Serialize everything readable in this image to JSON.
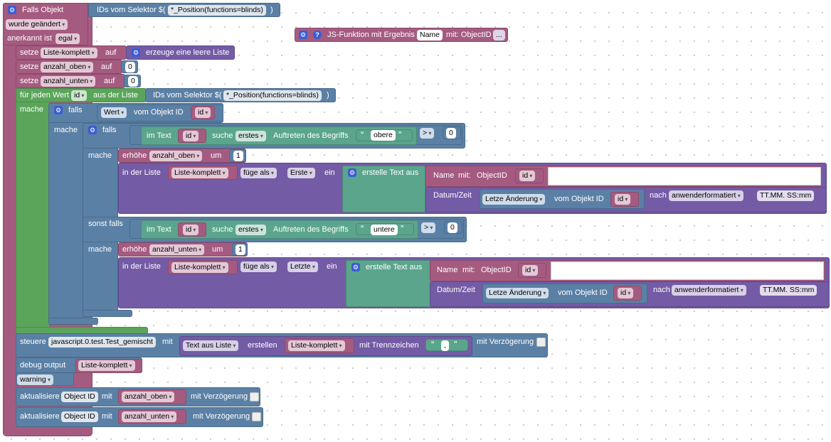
{
  "trigger": {
    "label": "Falls Objekt",
    "selector_label": "IDs vom Selektor $(",
    "selector_value": "*_Position(functions=blinds)",
    "selector_close": ")",
    "changed_label": "wurde geändert",
    "ack_label": "anerkannt ist",
    "ack_value": "egal"
  },
  "jsfunc": {
    "label": "JS-Funktion mit Ergebnis",
    "name_value": "Name",
    "param_label": "mit: ObjectID",
    "more": "..."
  },
  "set1": {
    "label": "setze",
    "var": "Liste-komplett",
    "to": "auf",
    "value_label": "erzeuge eine leere Liste"
  },
  "set2": {
    "label": "setze",
    "var": "anzahl_oben",
    "to": "auf",
    "value": "0"
  },
  "set3": {
    "label": "setze",
    "var": "anzahl_unten",
    "to": "auf",
    "value": "0"
  },
  "foreach": {
    "label": "für jeden Wert",
    "var": "id",
    "from": "aus der Liste",
    "selector_label": "IDs vom Selektor $(",
    "selector_value": "*_Position(functions=blinds)",
    "selector_close": ")",
    "do": "mache"
  },
  "if1": {
    "label": "falls",
    "prop": "Wert",
    "of_label": "vom Objekt ID",
    "id": "id",
    "do": "mache"
  },
  "if2": {
    "label": "falls",
    "in_text": "im Text",
    "id": "id",
    "search": "suche",
    "occ": "erstes",
    "occ_label": "Auftreten des Begriffs",
    "term": "obere",
    "op": ">",
    "cmp": "0",
    "do": "mache",
    "else_if": "sonst falls",
    "term2": "untere"
  },
  "inc1": {
    "label": "erhöhe",
    "var": "anzahl_oben",
    "by": "um",
    "value": "1"
  },
  "inc2": {
    "label": "erhöhe",
    "var": "anzahl_unten",
    "by": "um",
    "value": "1"
  },
  "insert1": {
    "in_list": "in der Liste",
    "list": "Liste-komplett",
    "insert_as": "füge als",
    "pos": "Erste",
    "ein": "ein",
    "create_text": "erstelle Text aus",
    "name_label": "Name",
    "mit": "mit:",
    "objid": "ObjectID",
    "id": "id",
    "datetime": "Datum/Zeit",
    "last_change": "Letze Änderung",
    "of_obj": "vom Objekt ID",
    "after": "nach",
    "format": "anwenderformatiert",
    "format_value": "TT.MM. SS:mm"
  },
  "insert2": {
    "in_list": "in der Liste",
    "list": "Liste-komplett",
    "insert_as": "füge als",
    "pos": "Letzte",
    "ein": "ein",
    "create_text": "erstelle Text aus",
    "name_label": "Name",
    "mit": "mit:",
    "objid": "ObjectID",
    "id": "id",
    "datetime": "Datum/Zeit",
    "last_change": "Letze Änderung",
    "of_obj": "vom Objekt ID",
    "after": "nach",
    "format": "anwenderformatiert",
    "format_value": "TT.MM. SS:mm"
  },
  "control": {
    "label": "steuere",
    "target": "javascript.0.test.Test_gemischt",
    "with": "mit",
    "text_from": "Text aus Liste",
    "create": "erstellen",
    "list": "Liste-komplett",
    "sep_label": "mit Trennzeichen",
    "sep": ",",
    "delay": "mit Verzögerung"
  },
  "debug": {
    "label": "debug output",
    "var": "Liste-komplett",
    "level": "warning"
  },
  "update1": {
    "label": "aktualisiere",
    "target": "Object ID",
    "with": "mit",
    "var": "anzahl_oben",
    "delay": "mit Verzögerung"
  },
  "update2": {
    "label": "aktualisiere",
    "target": "Object ID",
    "with": "mit",
    "var": "anzahl_unten",
    "delay": "mit Verzögerung"
  },
  "colors": {
    "pink": "#a55b80",
    "purple": "#745ba5",
    "teal": "#5ba58c",
    "blue": "#5b80a5",
    "green": "#5ba55b"
  },
  "icons": [
    "gear-icon",
    "help-icon",
    "checkbox-icon"
  ]
}
